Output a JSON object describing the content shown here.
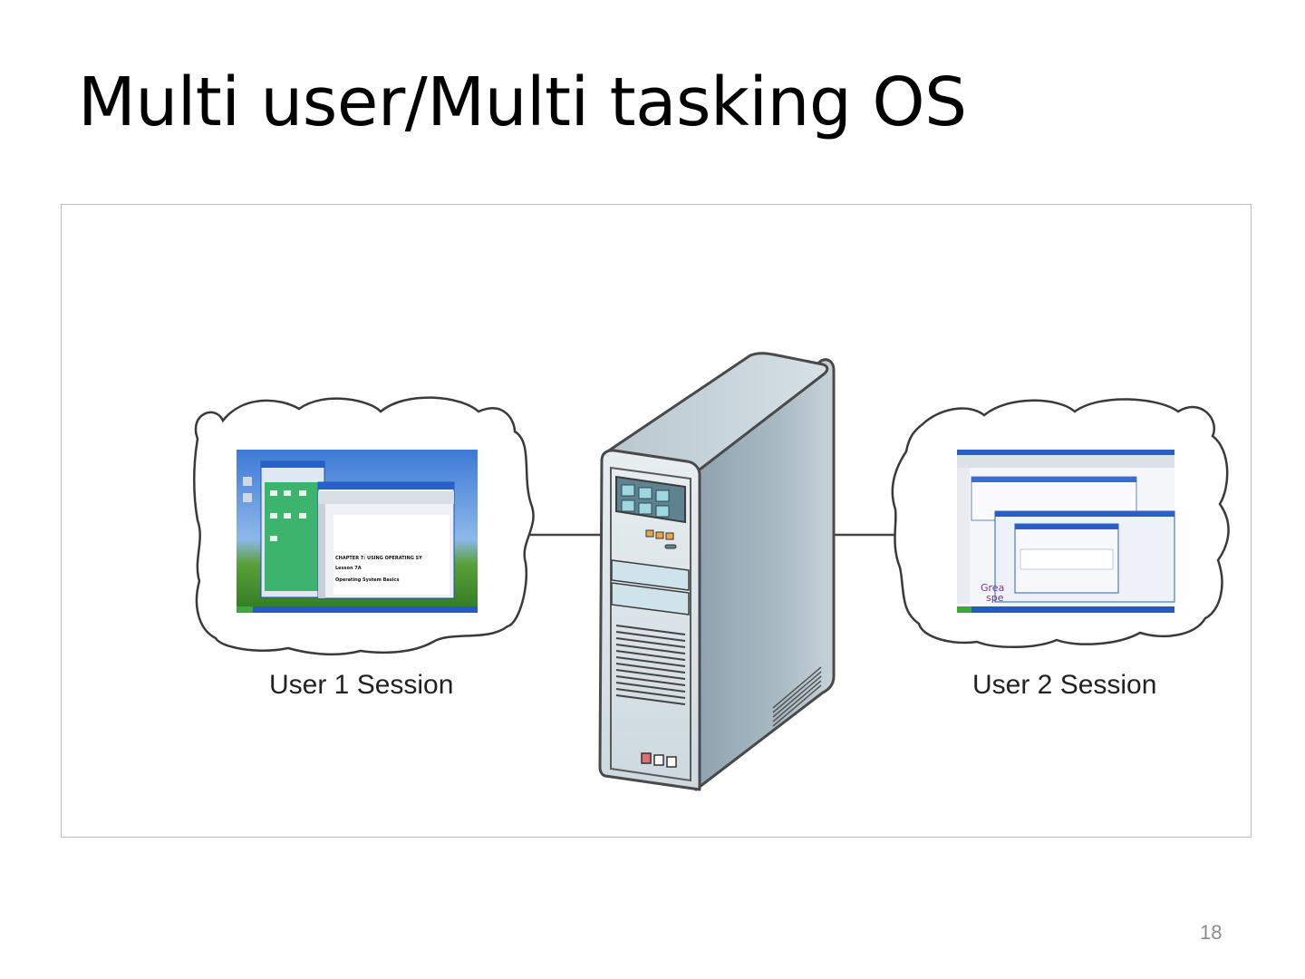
{
  "slide": {
    "title": "Multi user/Multi tasking OS",
    "page_number": "18"
  },
  "diagram": {
    "left_session_caption": "User 1 Session",
    "right_session_caption": "User 2 Session",
    "center_node": "server-tower-icon",
    "left_screenshot_text": [
      "CHAPTER 7: USING OPERATING SY",
      "Lesson 7A",
      "Operating System Basics"
    ],
    "right_screenshot_text": [
      "Grea",
      "spe"
    ],
    "colors": {
      "server_body": "#9fb2bd",
      "server_front": "#d9e3e8",
      "server_panel": "#5f8290",
      "connector": "#444444",
      "xp_blue": "#2b63c8",
      "xp_green": "#4a9a2e"
    }
  }
}
